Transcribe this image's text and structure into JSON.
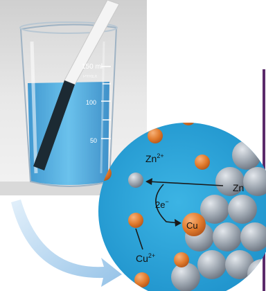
{
  "photo": {
    "beaker_marks": [
      "150 ml",
      "100",
      "50"
    ],
    "beaker_brand": "PYREX"
  },
  "diagram": {
    "zn_ion": "Zn",
    "zn_ion_charge": "2+",
    "zn_metal": "Zn",
    "electrons": "2e",
    "electrons_charge": "−",
    "cu_atom": "Cu",
    "cu_ion": "Cu",
    "cu_ion_charge": "2+"
  },
  "colors": {
    "solution": "#2aa6d8",
    "copper_ion": "#e07a2c",
    "zinc_atom": "#9aa3ad",
    "frame": "#5a2a6a"
  }
}
